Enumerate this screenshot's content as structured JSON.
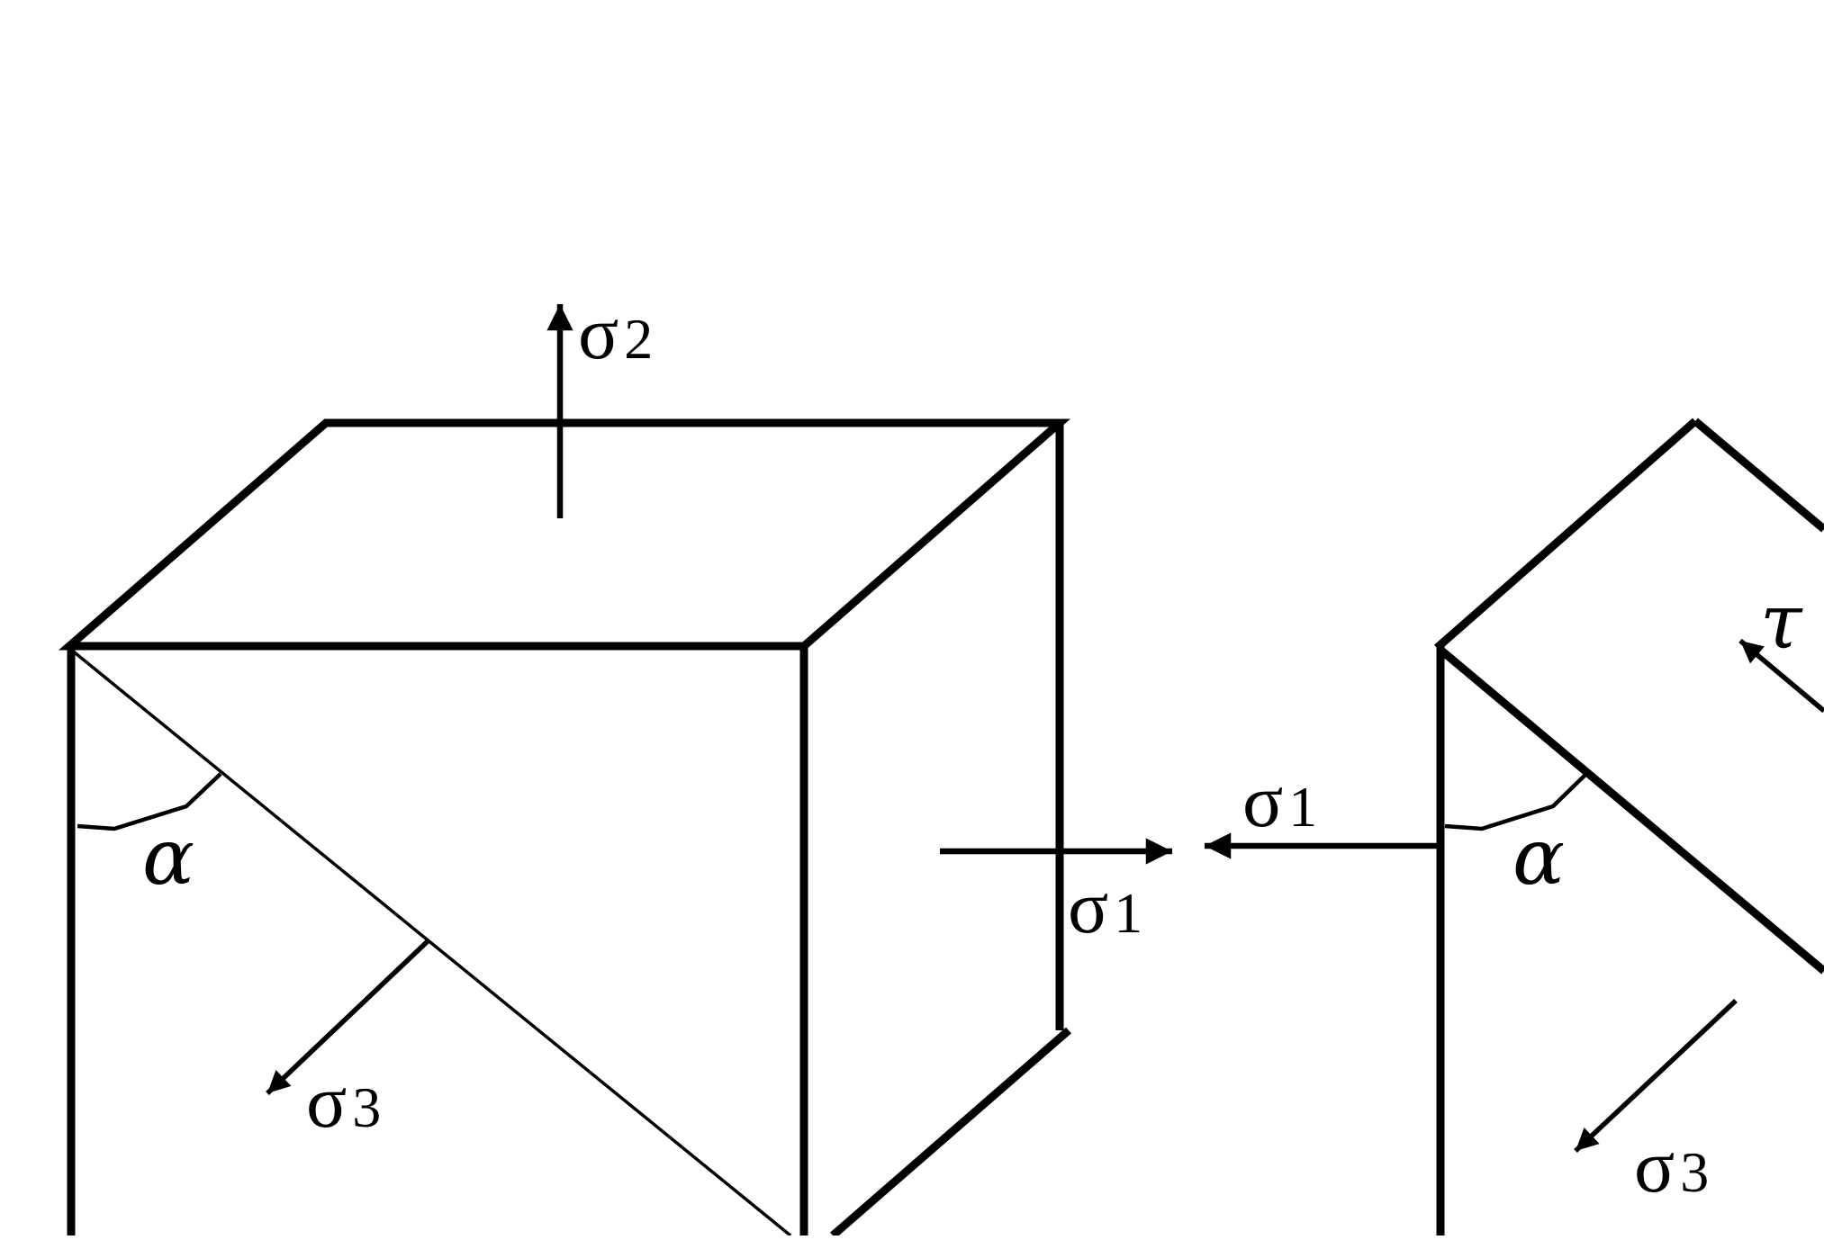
{
  "diagram": {
    "stroke_color": "#000000",
    "background_color": "#ffffff",
    "left_element": {
      "stress_labels": {
        "sigma2": {
          "symbol": "σ",
          "subscript": "2"
        },
        "sigma1": {
          "symbol": "σ",
          "subscript": "1"
        },
        "sigma3": {
          "symbol": "σ",
          "subscript": "3"
        }
      },
      "angle_label": "α"
    },
    "right_element": {
      "stress_labels": {
        "sigma1": {
          "symbol": "σ",
          "subscript": "1"
        },
        "sigma3": {
          "symbol": "σ",
          "subscript": "3"
        },
        "tau": {
          "symbol": "τ"
        }
      },
      "angle_label": "α"
    }
  }
}
